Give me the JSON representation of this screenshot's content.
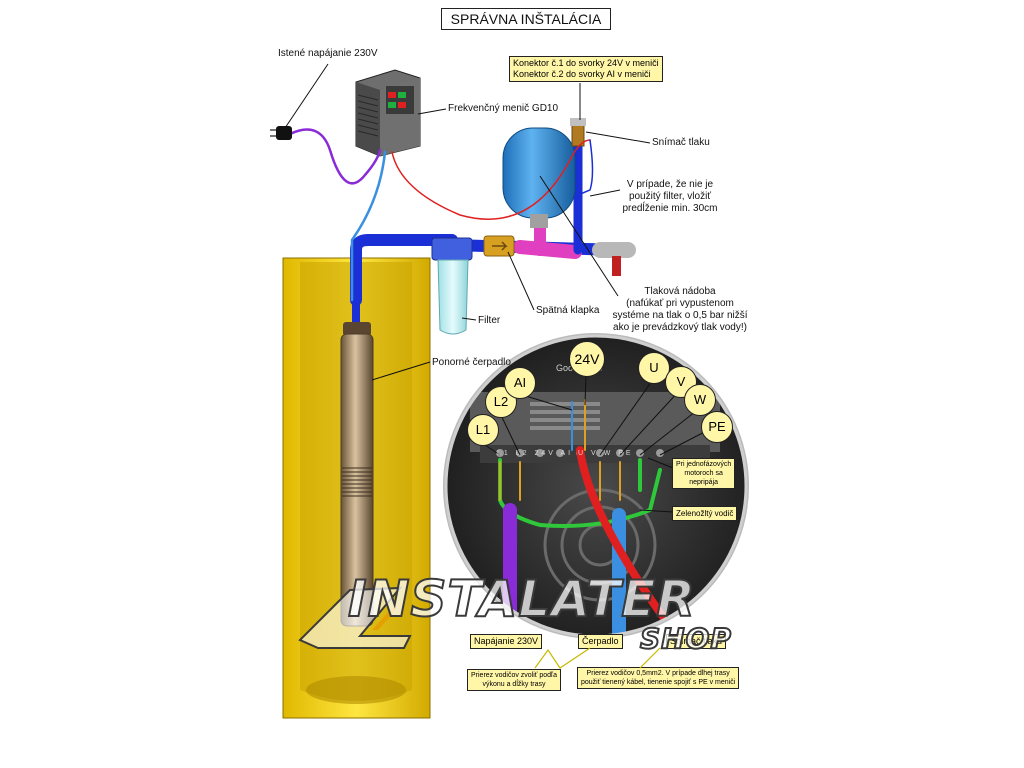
{
  "title": "SPRÁVNA INŠTALÁCIA",
  "labels": {
    "power_supply": "Istené napájanie 230V",
    "inverter": "Frekvenčný menič GD10",
    "connector_line1": "Konektor č.1 do svorky 24V v meniči",
    "connector_line2": "Konektor č.2 do svorky AI v meniči",
    "pressure_sensor": "Snímač tlaku",
    "extension_line1": "V prípade, že nie je",
    "extension_line2": "použitý filter, vložiť",
    "extension_line3": "predĺženie min. 30cm",
    "vessel_line1": "Tlaková nádoba",
    "vessel_line2": "(nafúkať pri vypustenom",
    "vessel_line3": "systéme na tlak o 0,5 bar nižší",
    "vessel_line4": "ako je prevádzkový tlak vody!)",
    "check_valve": "Spätná klapka",
    "filter": "Filter",
    "pump": "Ponorné čerpadlo"
  },
  "inset": {
    "device_label": "Goodrive10",
    "terminal_marks": "L1 L2 24V AI U V W PE",
    "terminals": [
      "L1",
      "L2",
      "AI",
      "24V",
      "U",
      "V",
      "W",
      "PE"
    ],
    "single_phase_note_line1": "Pri jednofázových",
    "single_phase_note_line2": "motoroch sa",
    "single_phase_note_line3": "nepripája",
    "green_yellow_wire": "Zelenožltý vodič",
    "bottom_labels": [
      "Napájanie 230V",
      "Čerpadlo",
      "Snímač tlaku"
    ],
    "note1_line1": "Prierez vodičov zvoliť podľa",
    "note1_line2": "výkonu a dĺžky trasy",
    "note2_line1": "Prierez vodičov 0,5mm2. V prípade dlhej trasy",
    "note2_line2": "použiť tienený kábel, tienenie spojiť s PE v meniči"
  },
  "logo": {
    "text": "INSTALATER",
    "sub": "SHOP"
  },
  "colors": {
    "casing": "#f5d21a",
    "pipe": "#1a2fd6",
    "vessel": "#2f8fd8",
    "wire_power": "#8a2bd8",
    "wire_pump": "#3a8fe0",
    "wire_sensor": "#e02020",
    "wire_pe": "#2ec83a",
    "note_bg": "#fff6a8"
  }
}
